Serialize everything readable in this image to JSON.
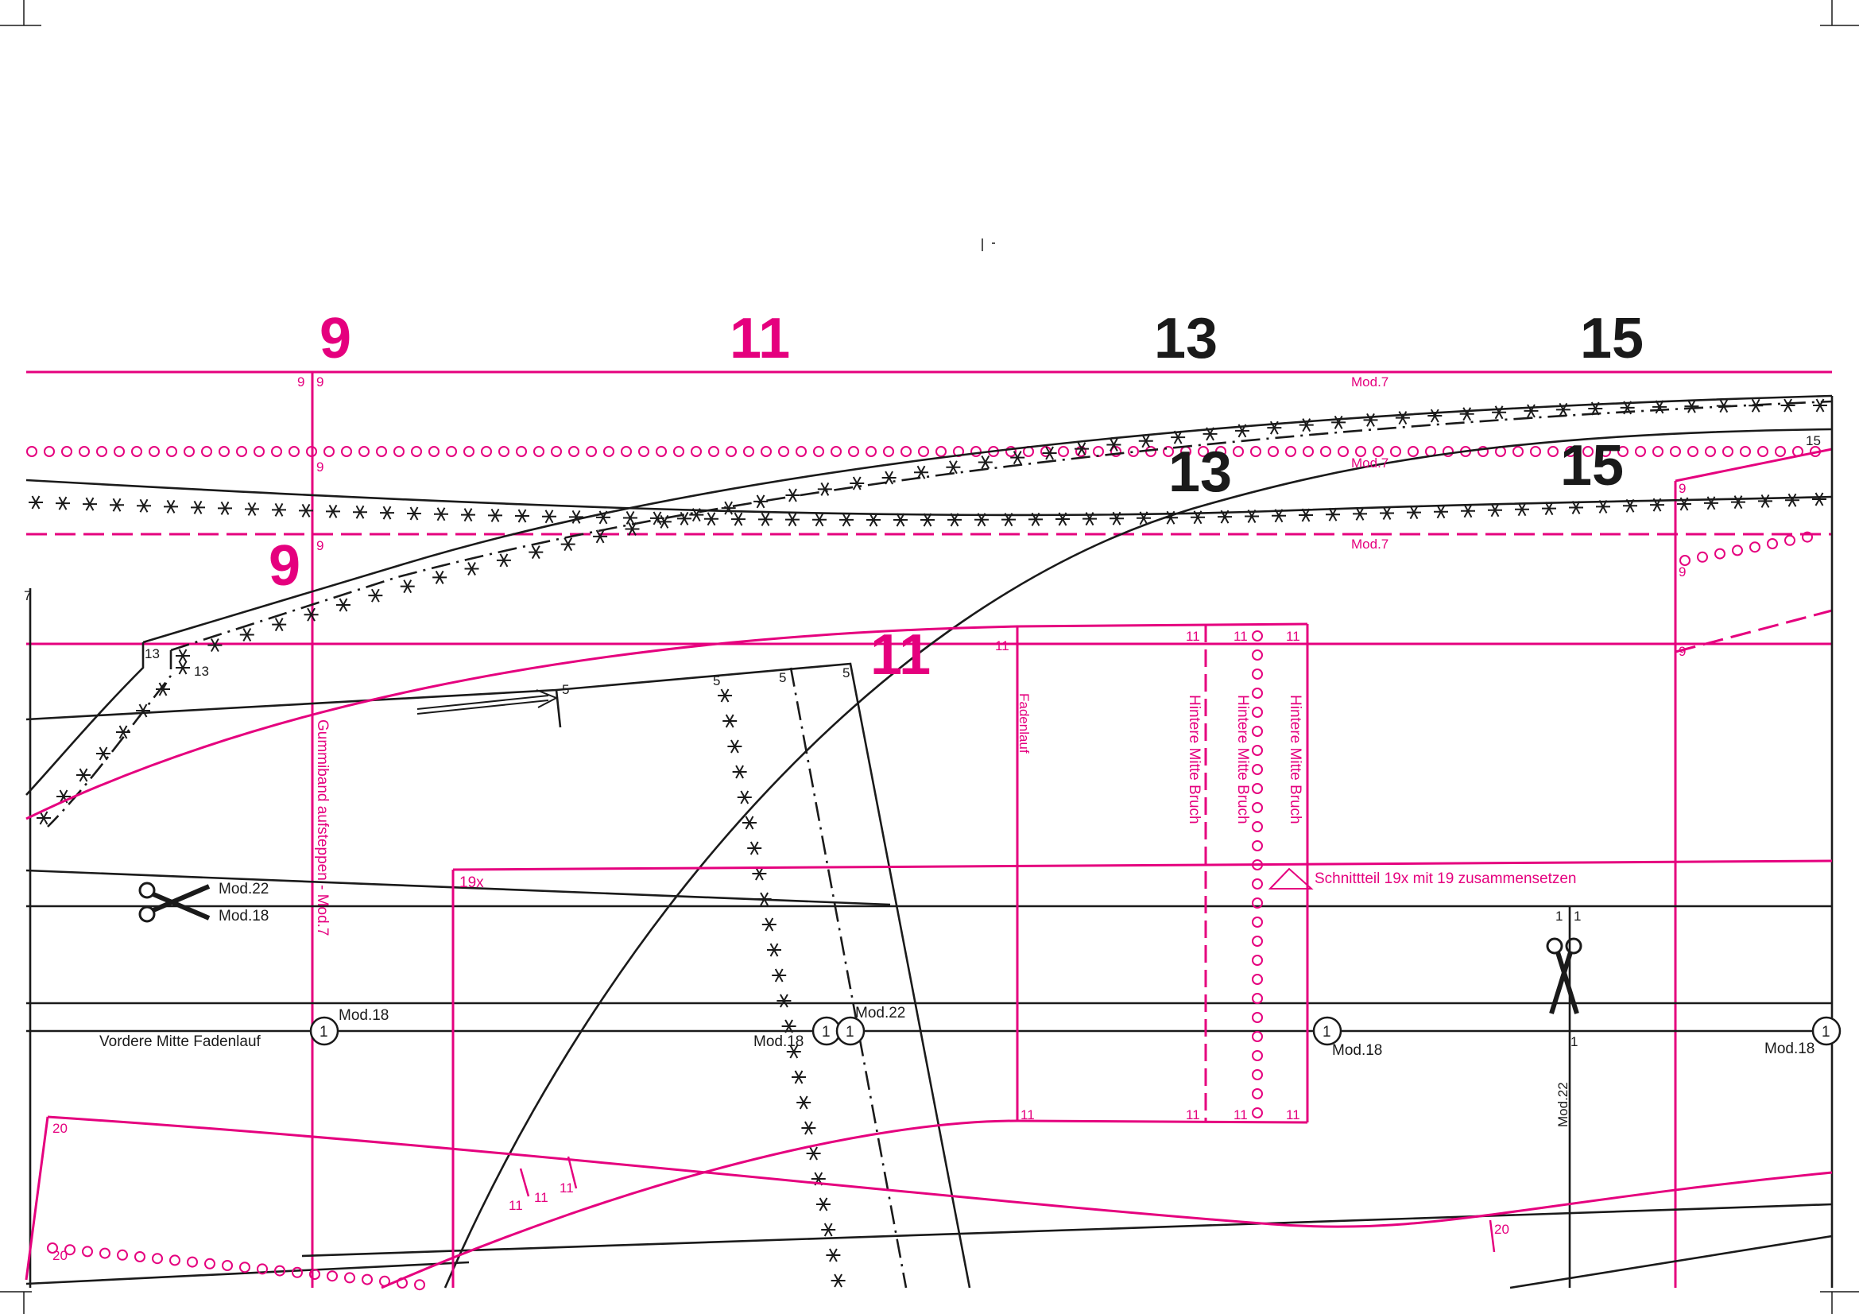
{
  "colors": {
    "accent": "#e5007e",
    "ink": "#1a1a1a",
    "paper": "#ffffff"
  },
  "size_labels": {
    "top": [
      "9",
      "11",
      "13",
      "15"
    ],
    "inner": {
      "s9": "9",
      "s11": "11",
      "s13": "13",
      "s15": "15"
    }
  },
  "small_numbers": {
    "n9": "9",
    "n11": "11",
    "n13": "13",
    "n15": "15",
    "n5": "5",
    "n1": "1",
    "n20": "20",
    "n7": "7"
  },
  "labels": {
    "mod7": "Mod.7",
    "mod18": "Mod.18",
    "mod22": "Mod.22",
    "fadenlauf": "Fadenlauf",
    "vordere_mitte": "Vordere Mitte  Fadenlauf",
    "hintere_mitte_bruch": "Hintere Mitte  Bruch",
    "gummiband": "Gummiband aufsteppen - Mod.7",
    "tag_19x": "19x",
    "schnittteil": "Schnittteil 19x mit 19 zusammensetzen",
    "marker_1": "1"
  },
  "icons": [
    "scissors-icon",
    "circle-marker-icon",
    "triangle-notch-icon",
    "arrow-grainline-icon"
  ]
}
